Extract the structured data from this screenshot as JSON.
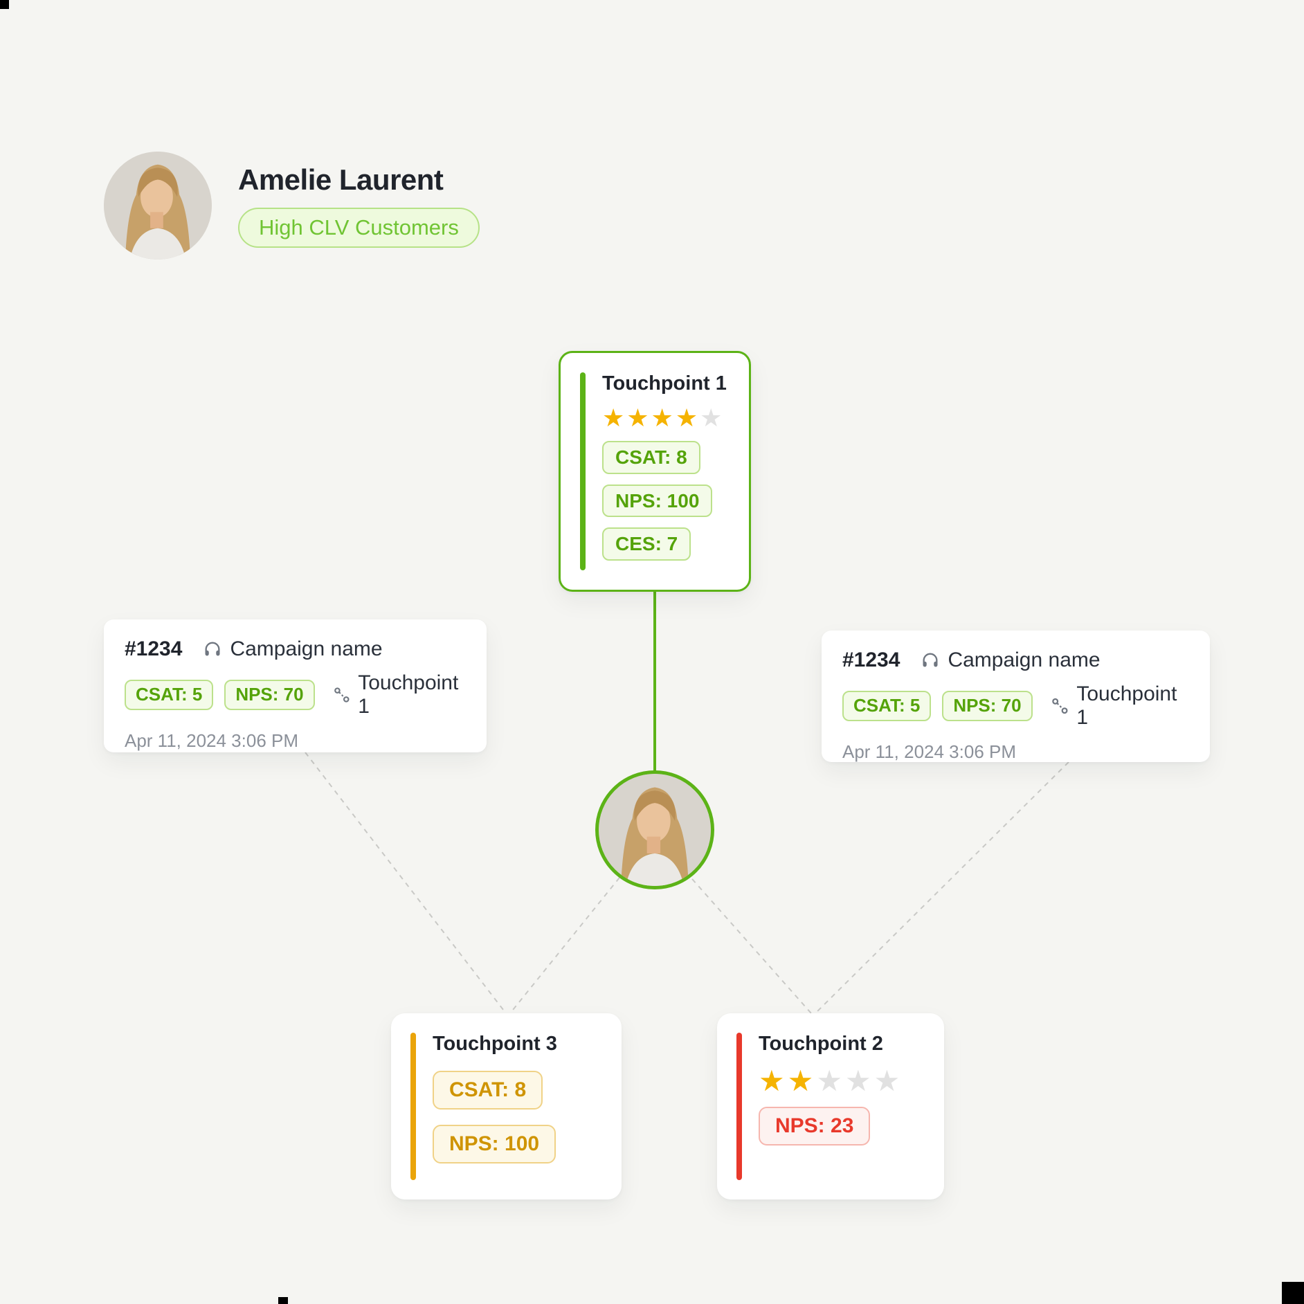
{
  "profile": {
    "name": "Amelie Laurent",
    "badge": "High CLV Customers"
  },
  "touchpoints": {
    "tp1": {
      "title": "Touchpoint 1",
      "stars": {
        "filled": "★★★★",
        "empty": "★"
      },
      "badges": [
        {
          "label": "CSAT: 8"
        },
        {
          "label": "NPS: 100"
        },
        {
          "label": "CES: 7"
        }
      ]
    },
    "tp3": {
      "title": "Touchpoint 3",
      "badges": [
        {
          "label": "CSAT: 8"
        },
        {
          "label": "NPS: 100"
        }
      ]
    },
    "tp2": {
      "title": "Touchpoint 2",
      "stars": {
        "filled": "★★",
        "empty": "★★★"
      },
      "badges": [
        {
          "label": "NPS: 23"
        }
      ]
    }
  },
  "interactions": {
    "left": {
      "id": "#1234",
      "campaign": "Campaign name",
      "csat": "CSAT: 5",
      "nps": "NPS: 70",
      "touchpoint": "Touchpoint 1",
      "timestamp": "Apr 11, 2024 3:06 PM"
    },
    "right": {
      "id": "#1234",
      "campaign": "Campaign name",
      "csat": "CSAT: 5",
      "nps": "NPS: 70",
      "touchpoint": "Touchpoint 1",
      "timestamp": "Apr 11, 2024 3:06 PM"
    }
  },
  "colors": {
    "background": "#f5f5f2",
    "green": "#5cb317",
    "green_badge_bg": "#f4fbe9",
    "green_badge_border": "#bce18b",
    "green_badge_text": "#55a30a",
    "segment_badge_text": "#70c433",
    "amber": "#eaa40a",
    "amber_badge_text": "#cf9402",
    "red": "#e8392b",
    "star_gold": "#f5b301",
    "star_gray": "#e1e1e1",
    "text_dark": "#20242c",
    "text_muted": "#8b9099",
    "connector_dash": "#c9c9c6"
  }
}
